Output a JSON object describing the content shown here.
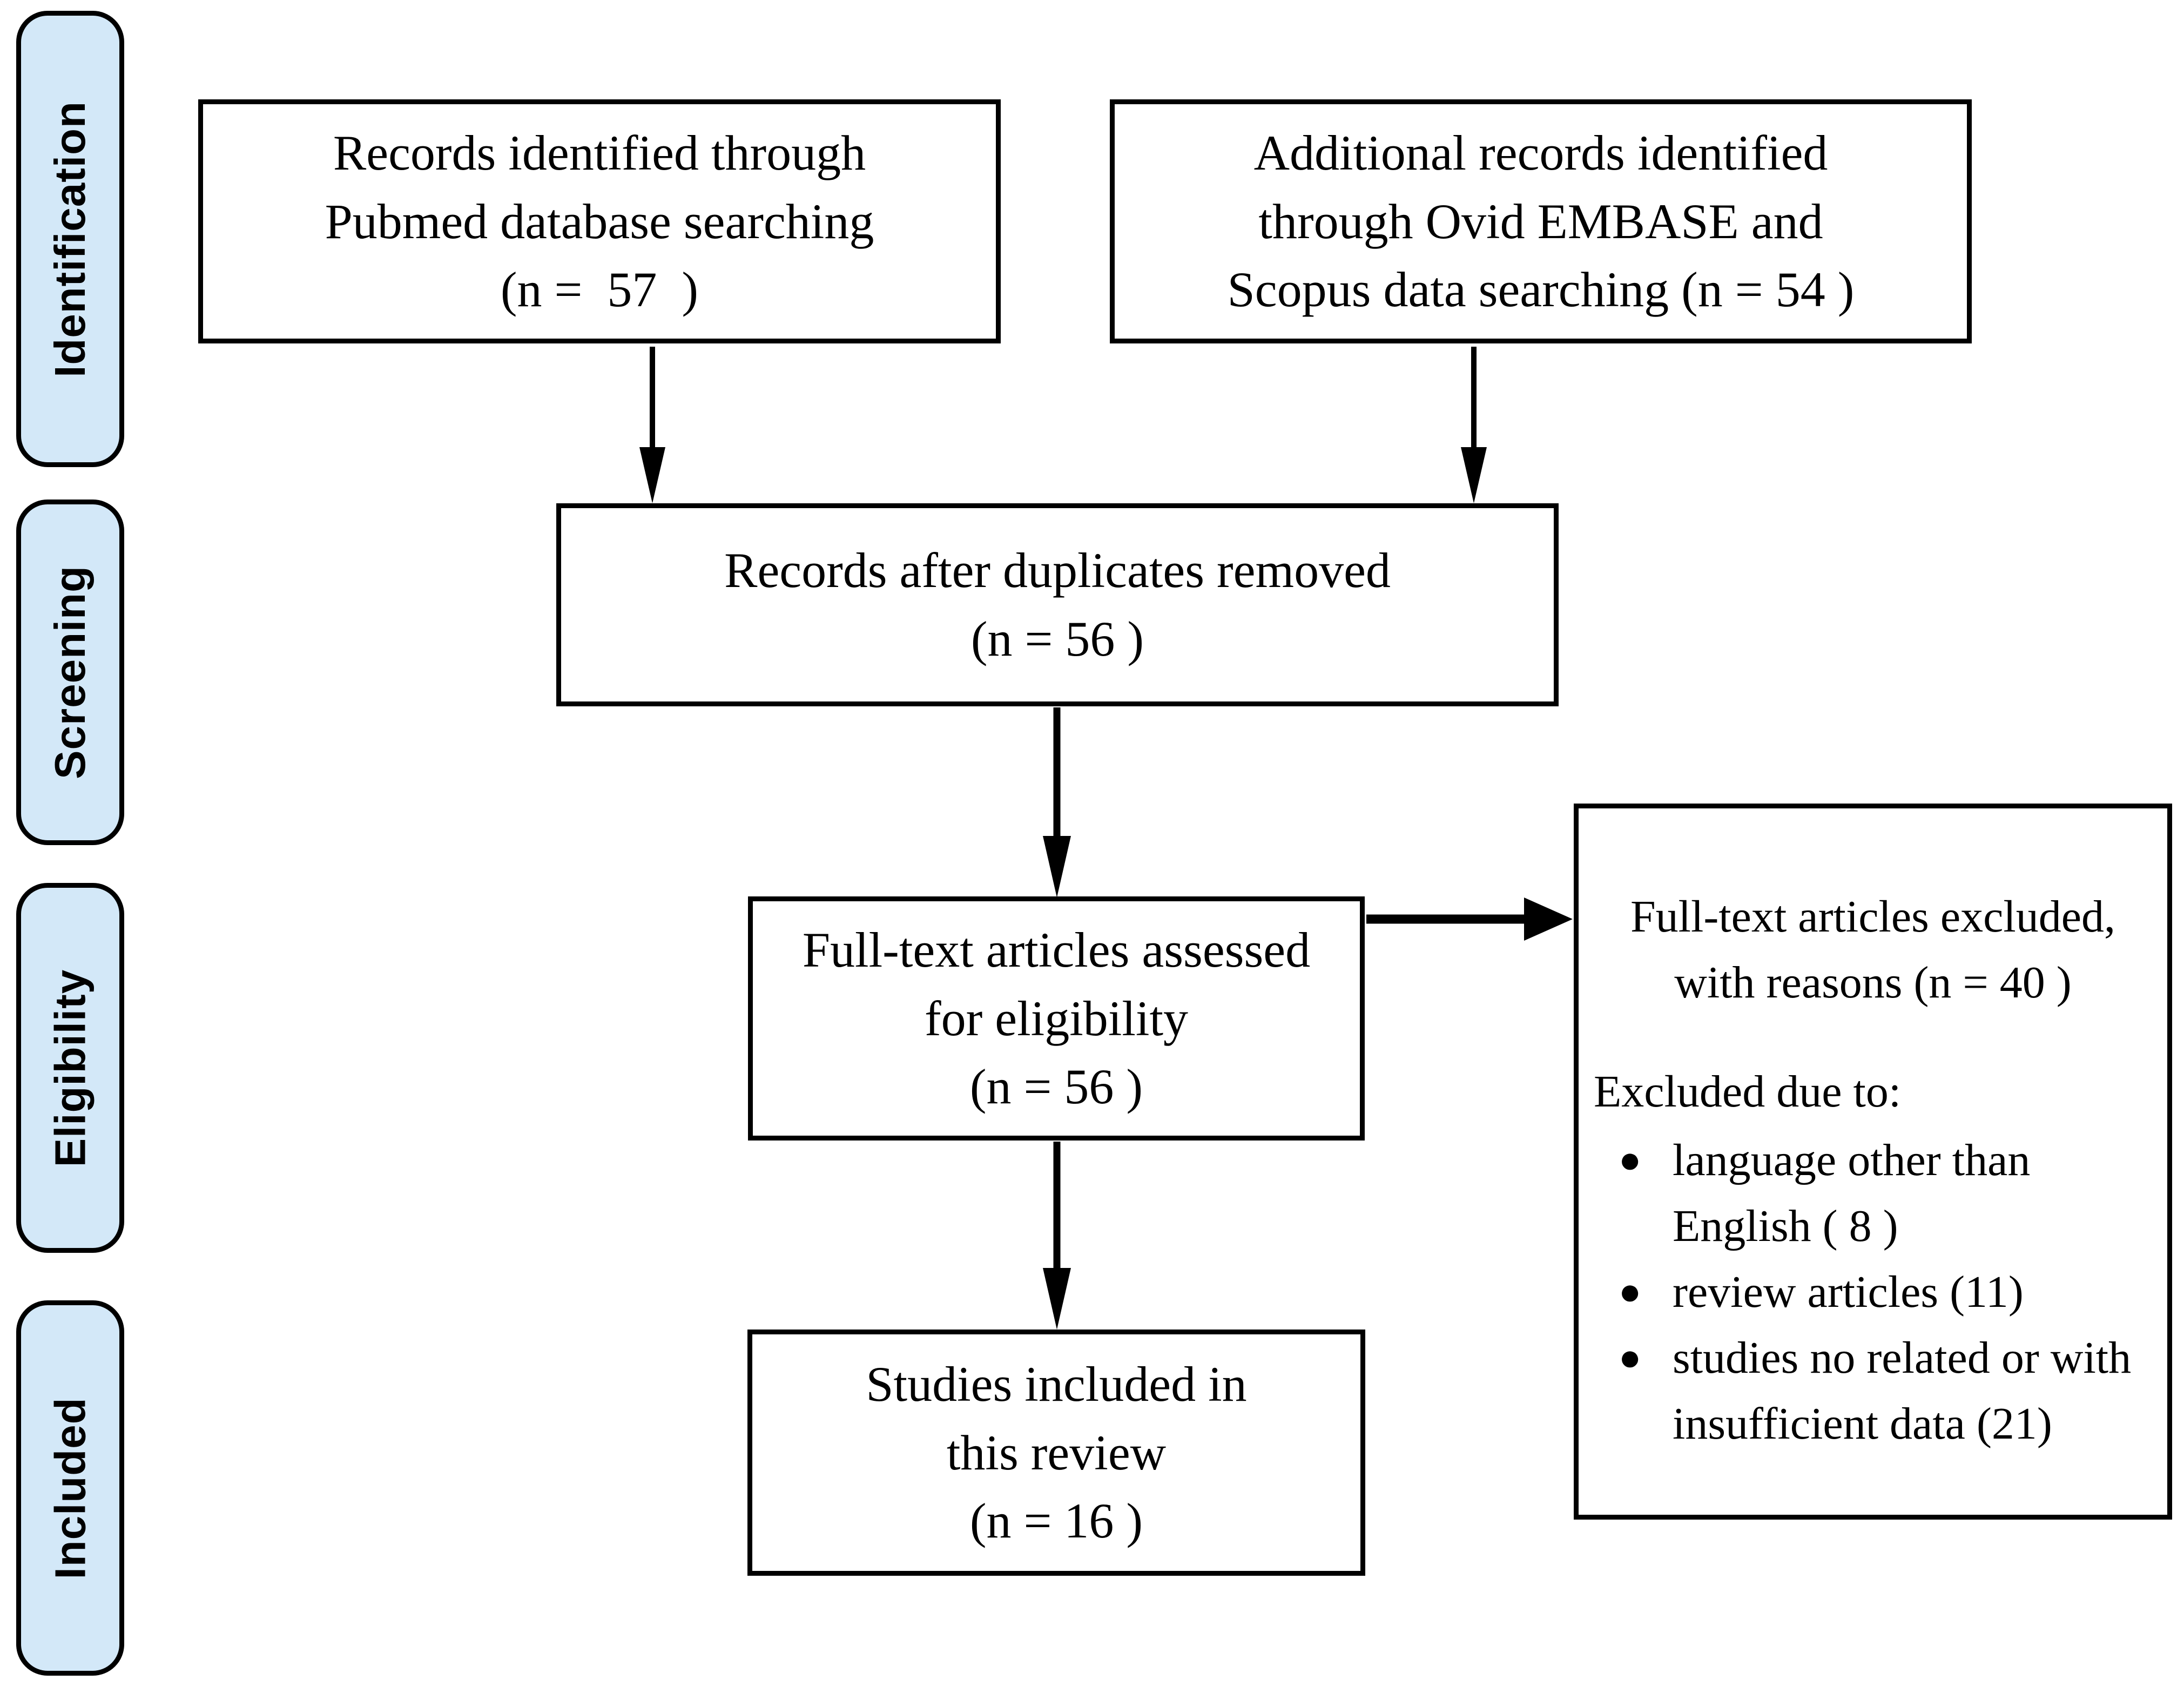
{
  "diagram": {
    "stages": {
      "identification": "Identification",
      "screening": "Screening",
      "eligibility": "Eligibility",
      "included": "Included"
    },
    "boxes": {
      "pubmed": {
        "lines": [
          "Records identified through",
          "Pubmed database searching",
          "(n =  57  )"
        ]
      },
      "additional": {
        "lines": [
          "Additional records identified",
          "through Ovid EMBASE and",
          "Scopus data searching (n = 54 )"
        ]
      },
      "duplicates": {
        "lines": [
          "Records after duplicates removed",
          "(n = 56 )"
        ]
      },
      "fulltext": {
        "lines": [
          "Full-text articles assessed",
          "for eligibility",
          "(n = 56 )"
        ]
      },
      "excluded": {
        "header_lines": [
          "Full-text articles excluded,",
          "with reasons (n = 40 )"
        ],
        "subheader": "Excluded due to:",
        "bullet_glyph": "●",
        "bullets": [
          "language other than English ( 8 )",
          "review articles (11)",
          "studies no related or with insufficient data (21)"
        ]
      },
      "included_final": {
        "lines": [
          "Studies included in",
          "this review",
          "(n = 16 )"
        ]
      }
    },
    "colors": {
      "stage_fill": "#d3e8f8",
      "border": "#000000",
      "background": "#ffffff"
    }
  }
}
